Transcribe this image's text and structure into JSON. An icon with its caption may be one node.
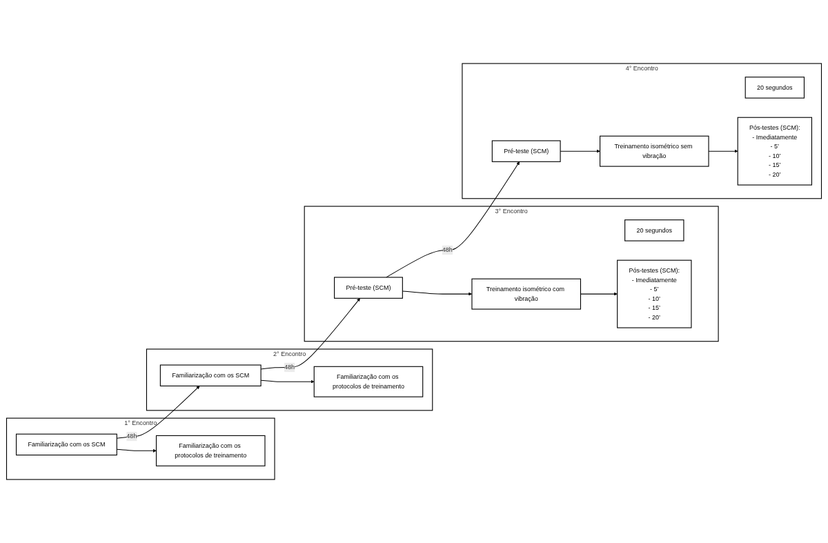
{
  "diagram": {
    "nodes": [
      {
        "text": [
          "1° Encontro"
        ]
      },
      {
        "text": [
          "Familiarização com os SCM"
        ],
        "in": 0
      },
      {
        "text": [
          "Familiarização com os protocolos de treinamento"
        ],
        "in": 0
      },
      {
        "text": [
          "2° Encontro"
        ]
      },
      {
        "text": [
          "Familiarização com os SCM"
        ],
        "in": 3
      },
      {
        "text": [
          "Familiarização com os protocolos de treinamento"
        ],
        "in": 3
      },
      {
        "text": [
          "3° Encontro"
        ]
      },
      {
        "text": [
          "Pré-teste (SCM)"
        ],
        "in": 6
      },
      {
        "text": [
          "Treinamento isométrico com vibração"
        ],
        "in": 6
      },
      {
        "text": [
          "20 segundos"
        ],
        "in": 6
      },
      {
        "text": [
          "Pós-testes (SCM):",
          "- Imediatamente",
          "- 5’",
          "- 10’",
          "- 15’",
          "- 20’"
        ],
        "in": 6
      },
      {
        "text": [
          "4° Encontro"
        ]
      },
      {
        "text": [
          "Pré-teste (SCM)"
        ],
        "in": 11
      },
      {
        "text": [
          "Treinamento isométrico sem vibração"
        ],
        "in": 11
      },
      {
        "text": [
          "20 segundos"
        ],
        "in": 11
      },
      {
        "text": [
          "Pós-testes (SCM):",
          "- Imediatamente",
          "- 5’",
          "- 10’",
          "- 15’",
          "- 20’"
        ],
        "in": 11
      }
    ],
    "edges": [
      {
        "from": 1,
        "to": 2,
        "arrow": "to"
      },
      {
        "from": 1,
        "to": 4,
        "arrow": "to",
        "label": "48h"
      },
      {
        "from": 4,
        "to": 5,
        "arrow": "to"
      },
      {
        "from": 4,
        "to": 7,
        "arrow": "to",
        "label": "48h"
      },
      {
        "from": 7,
        "to": 8,
        "arrow": "to"
      },
      {
        "from": 8,
        "to": 10,
        "arrow": "to"
      },
      {
        "from": 7,
        "to": 12,
        "arrow": "to",
        "label": "48h"
      },
      {
        "from": 12,
        "to": 13,
        "arrow": "to"
      },
      {
        "from": 13,
        "to": 15,
        "arrow": "to"
      }
    ]
  }
}
